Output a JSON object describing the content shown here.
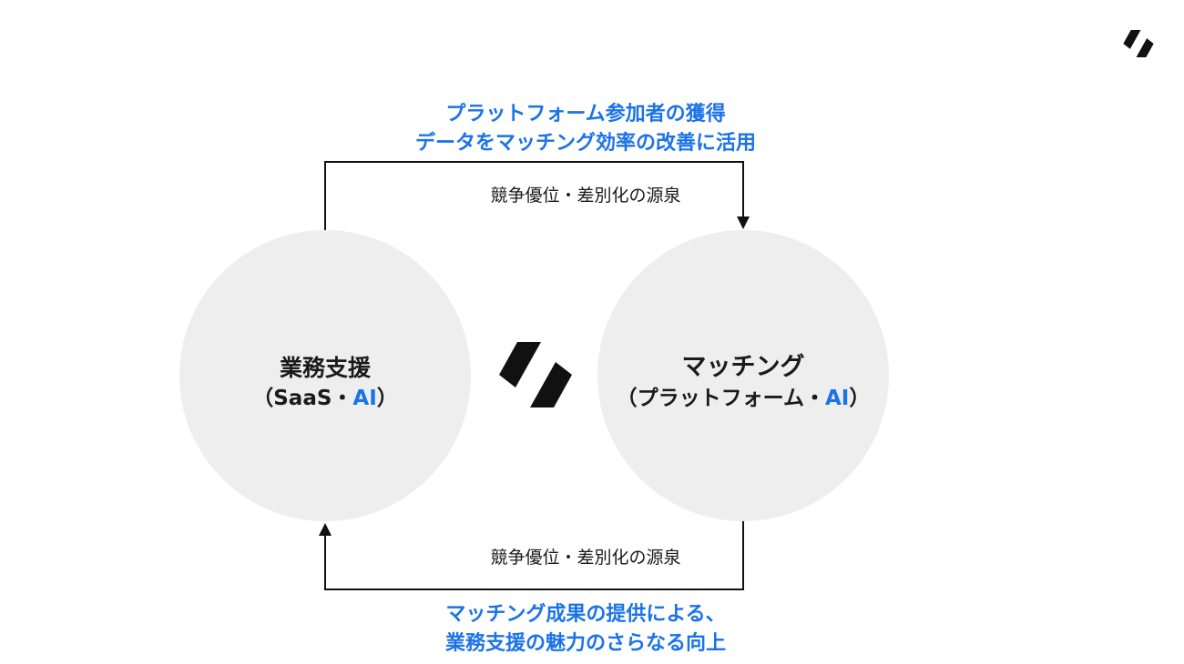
{
  "top_flow": {
    "line1": "プラットフォーム参加者の獲得",
    "line2": "データをマッチング効率の改善に活用",
    "edge_label": "競争優位・差別化の源泉"
  },
  "bottom_flow": {
    "edge_label": "競争優位・差別化の源泉",
    "line1": "マッチング成果の提供による、",
    "line2": "業務支援の魅力のさらなる向上"
  },
  "left_node": {
    "title": "業務支援",
    "sub_prefix": "（SaaS・",
    "sub_accent": "AI",
    "sub_suffix": "）"
  },
  "right_node": {
    "title": "マッチング",
    "sub_prefix": "（プラットフォーム・",
    "sub_accent": "AI",
    "sub_suffix": "）"
  },
  "colors": {
    "accent": "#1b73e8",
    "circle_fill": "#eeeeee",
    "text": "#1a1a1a",
    "line": "#111111"
  },
  "icons": [
    "brand-logo-icon"
  ]
}
